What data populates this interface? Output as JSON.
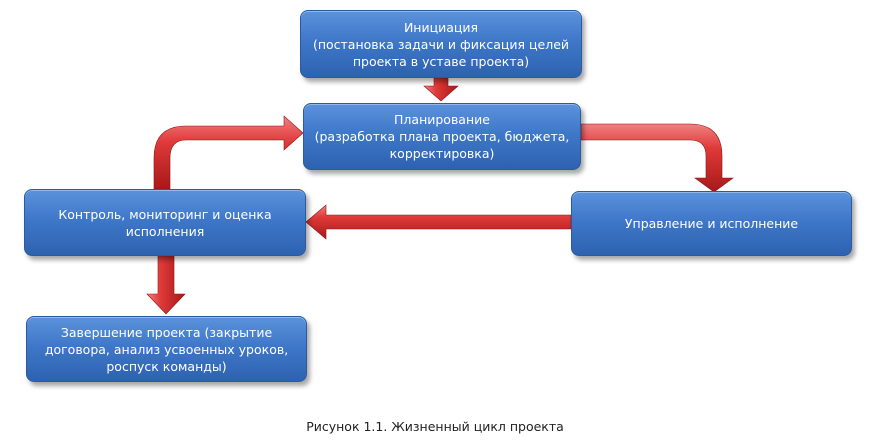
{
  "nodes": {
    "initiation": {
      "title": "Инициация",
      "detail": "(постановка задачи и фиксация целей проекта в уставе проекта)"
    },
    "planning": {
      "title": "Планирование",
      "detail": "(разработка плана проекта, бюджета, корректировка)"
    },
    "execution": {
      "title": "Управление и исполнение"
    },
    "control": {
      "title": "Контроль, мониторинг и оценка исполнения"
    },
    "closing": {
      "title": "Завершение проекта (закрытие договора, анализ усвоенных уроков, роспуск команды)"
    }
  },
  "caption": "Рисунок 1.1. Жизненный цикл проекта",
  "colors": {
    "box": "#3f78c9",
    "arrow": "#c0282b"
  }
}
